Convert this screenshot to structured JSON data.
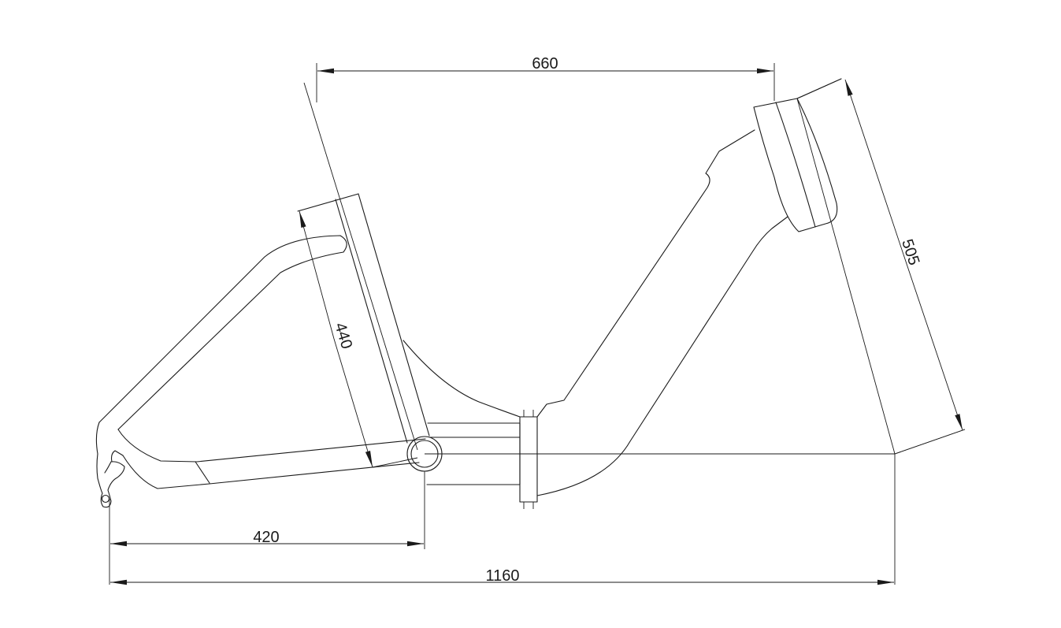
{
  "colors": {
    "line": "#1a1a1a",
    "background": "#ffffff"
  },
  "dimensions": {
    "top_tube_horizontal": "660",
    "head_tube_length": "505",
    "seat_tube_length": "440",
    "chainstay_length": "420",
    "wheelbase_total": "1160"
  }
}
